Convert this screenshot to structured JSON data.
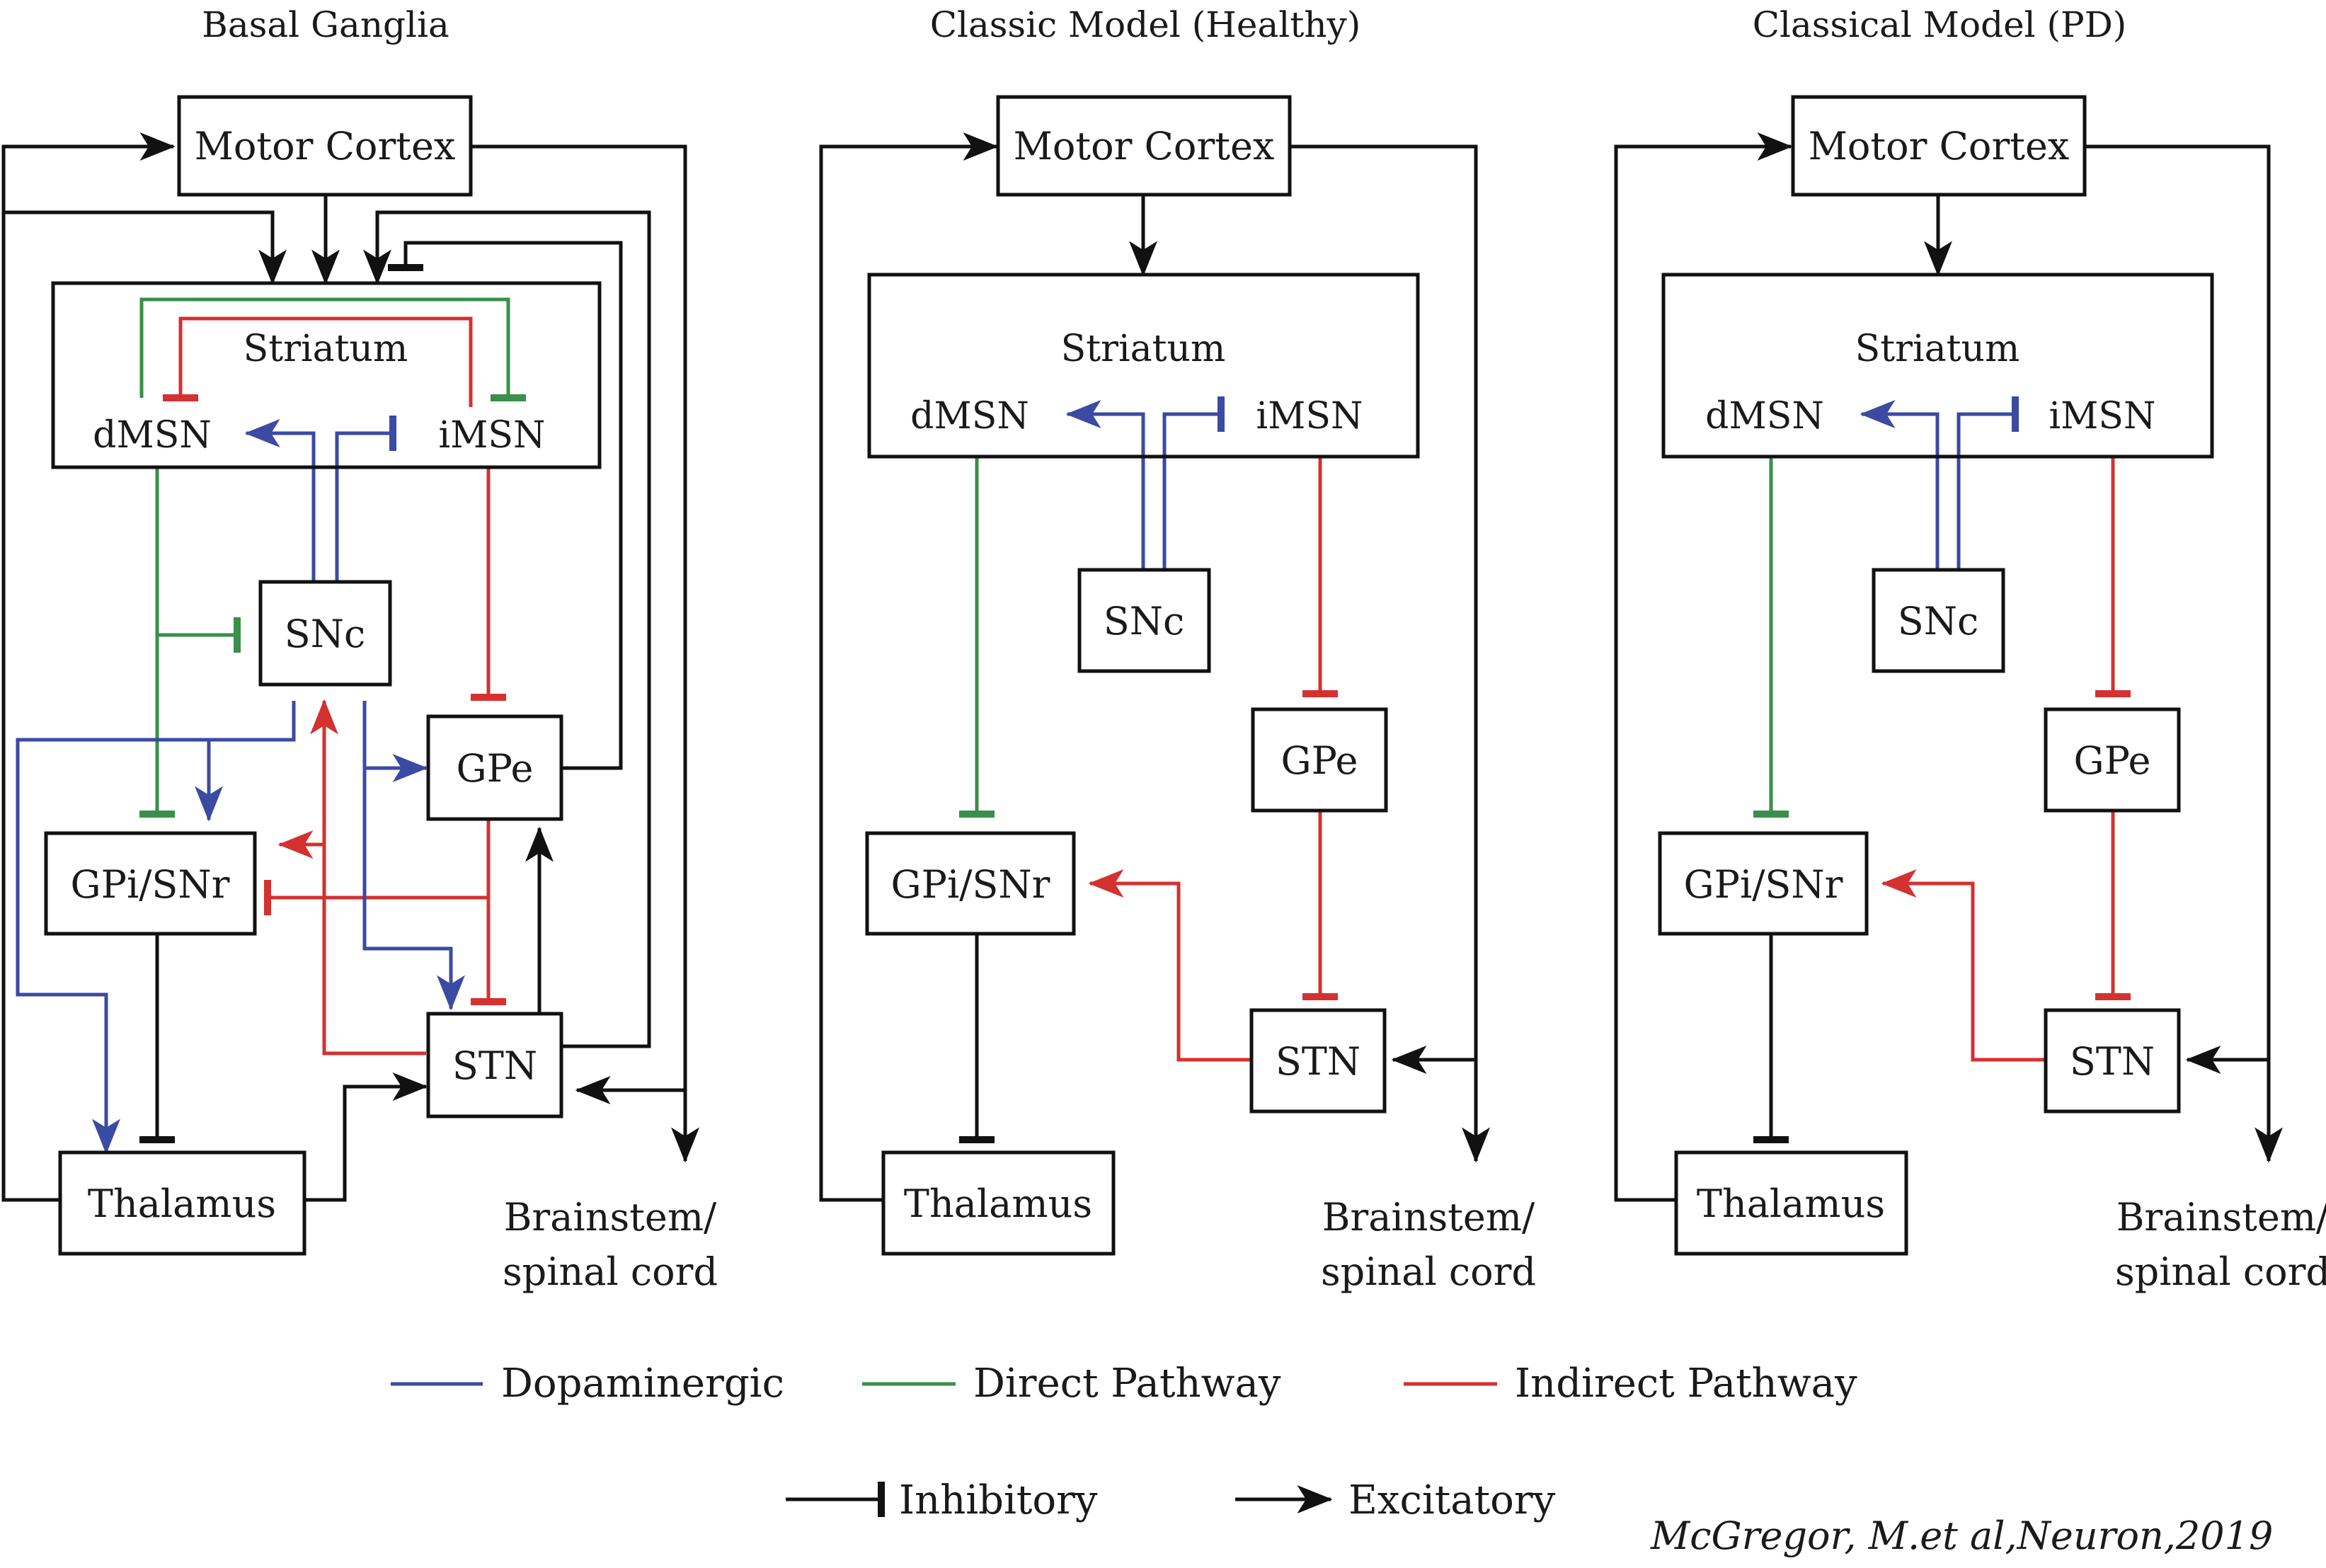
{
  "panels": {
    "basal_ganglia": {
      "title": "Basal Ganglia",
      "motor_cortex": "Motor Cortex",
      "striatum": "Striatum",
      "dmsn": "dMSN",
      "imsn": "iMSN",
      "snc": "SNc",
      "gpe": "GPe",
      "gpi_snr": "GPi/SNr",
      "stn": "STN",
      "thalamus": "Thalamus",
      "brainstem_line1": "Brainstem/",
      "brainstem_line2": "spinal cord"
    },
    "classic_healthy": {
      "title": "Classic Model (Healthy)",
      "motor_cortex": "Motor Cortex",
      "striatum": "Striatum",
      "dmsn": "dMSN",
      "imsn": "iMSN",
      "snc": "SNc",
      "gpe": "GPe",
      "gpi_snr": "GPi/SNr",
      "stn": "STN",
      "thalamus": "Thalamus",
      "brainstem_line1": "Brainstem/",
      "brainstem_line2": "spinal cord"
    },
    "classical_pd": {
      "title": "Classical Model (PD)",
      "motor_cortex": "Motor Cortex",
      "striatum": "Striatum",
      "dmsn": "dMSN",
      "imsn": "iMSN",
      "snc": "SNc",
      "gpe": "GPe",
      "gpi_snr": "GPi/SNr",
      "stn": "STN",
      "thalamus": "Thalamus",
      "brainstem_line1": "Brainstem/",
      "brainstem_line2": "spinal cord"
    }
  },
  "legend": {
    "dopaminergic": "Dopaminergic",
    "direct_pathway": "Direct Pathway",
    "indirect_pathway": "Indirect Pathway",
    "inhibitory": "Inhibitory",
    "excitatory": "Excitatory"
  },
  "colors": {
    "dopaminergic": "#3b4aa3",
    "direct_pathway": "#3a8f4a",
    "indirect_pathway": "#d43131",
    "neutral": "#111111"
  },
  "citation": "McGregor, M.et al,Neuron,2019"
}
